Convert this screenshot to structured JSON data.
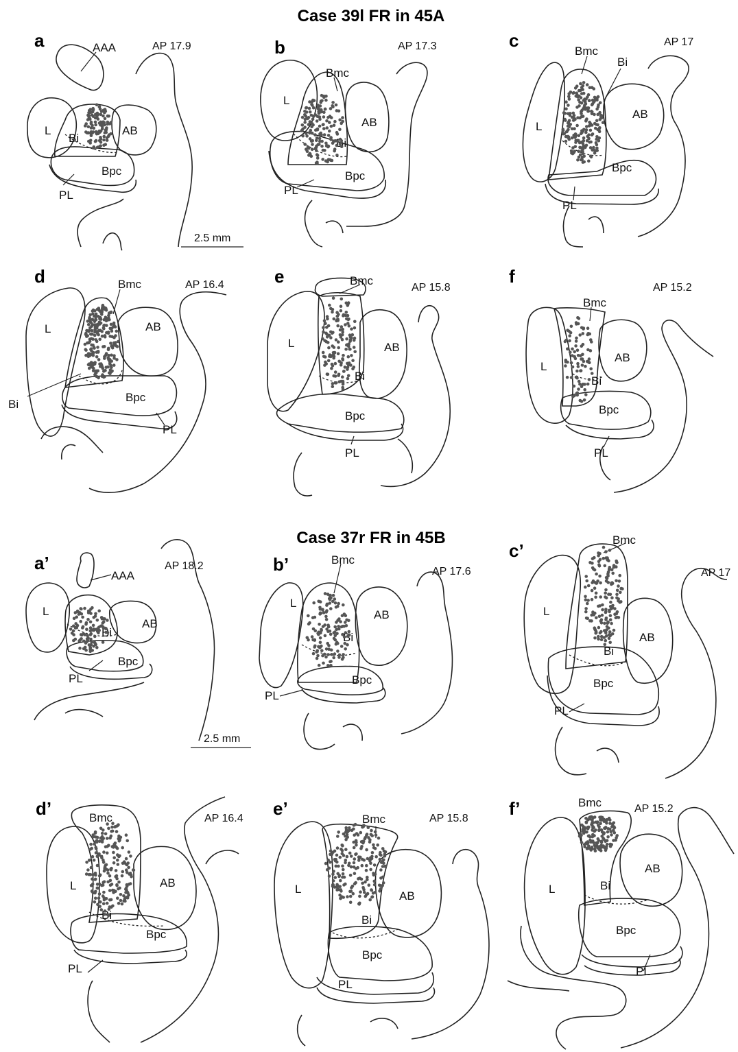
{
  "figure": {
    "case_a_title": "Case 39l FR in 45A",
    "case_b_title": "Case 37r FR in 45B",
    "scale_bar_label": "2.5 mm",
    "dot_color": "#555555"
  },
  "panels": [
    {
      "letter": "a",
      "ap": "AP 17.9",
      "labels": {
        "AAA": "AAA",
        "L": "L",
        "Bi": "Bi",
        "AB": "AB",
        "Bpc": "Bpc",
        "PL": "PL"
      }
    },
    {
      "letter": "b",
      "ap": "AP 17.3",
      "labels": {
        "Bmc": "Bmc",
        "L": "L",
        "AB": "AB",
        "Bi": "Bi",
        "Bpc": "Bpc",
        "PL": "PL"
      }
    },
    {
      "letter": "c",
      "ap": "AP 17",
      "labels": {
        "Bmc": "Bmc",
        "Bi": "Bi",
        "L": "L",
        "AB": "AB",
        "Bpc": "Bpc",
        "PL": "PL"
      }
    },
    {
      "letter": "d",
      "ap": "AP 16.4",
      "labels": {
        "Bmc": "Bmc",
        "L": "L",
        "AB": "AB",
        "Bi": "Bi",
        "Bpc": "Bpc",
        "PL": "PL"
      }
    },
    {
      "letter": "e",
      "ap": "AP 15.8",
      "labels": {
        "Bmc": "Bmc",
        "L": "L",
        "AB": "AB",
        "Bi": "Bi",
        "Bpc": "Bpc",
        "PL": "PL"
      }
    },
    {
      "letter": "f",
      "ap": "AP 15.2",
      "labels": {
        "Bmc": "Bmc",
        "L": "L",
        "AB": "AB",
        "Bi": "Bi",
        "Bpc": "Bpc",
        "PL": "PL"
      }
    },
    {
      "letter": "a’",
      "ap": "AP 18.2",
      "labels": {
        "AAA": "AAA",
        "L": "L",
        "Bi": "Bi",
        "AB": "AB",
        "Bpc": "Bpc",
        "PL": "PL"
      }
    },
    {
      "letter": "b’",
      "ap": "AP 17.6",
      "labels": {
        "Bmc": "Bmc",
        "L": "L",
        "AB": "AB",
        "Bi": "Bi",
        "Bpc": "Bpc",
        "PL": "PL"
      }
    },
    {
      "letter": "c’",
      "ap": "AP 17",
      "labels": {
        "Bmc": "Bmc",
        "L": "L",
        "AB": "AB",
        "Bi": "Bi",
        "Bpc": "Bpc",
        "PL": "PL"
      }
    },
    {
      "letter": "d’",
      "ap": "AP 16.4",
      "labels": {
        "Bmc": "Bmc",
        "L": "L",
        "AB": "AB",
        "Bi": "Bi",
        "Bpc": "Bpc",
        "PL": "PL"
      }
    },
    {
      "letter": "e’",
      "ap": "AP 15.8",
      "labels": {
        "Bmc": "Bmc",
        "L": "L",
        "AB": "AB",
        "Bi": "Bi",
        "Bpc": "Bpc",
        "PL": "PL"
      }
    },
    {
      "letter": "f’",
      "ap": "AP 15.2",
      "labels": {
        "Bmc": "Bmc",
        "L": "L",
        "AB": "AB",
        "Bi": "Bi",
        "Bpc": "Bpc",
        "PL": "PL"
      }
    }
  ]
}
